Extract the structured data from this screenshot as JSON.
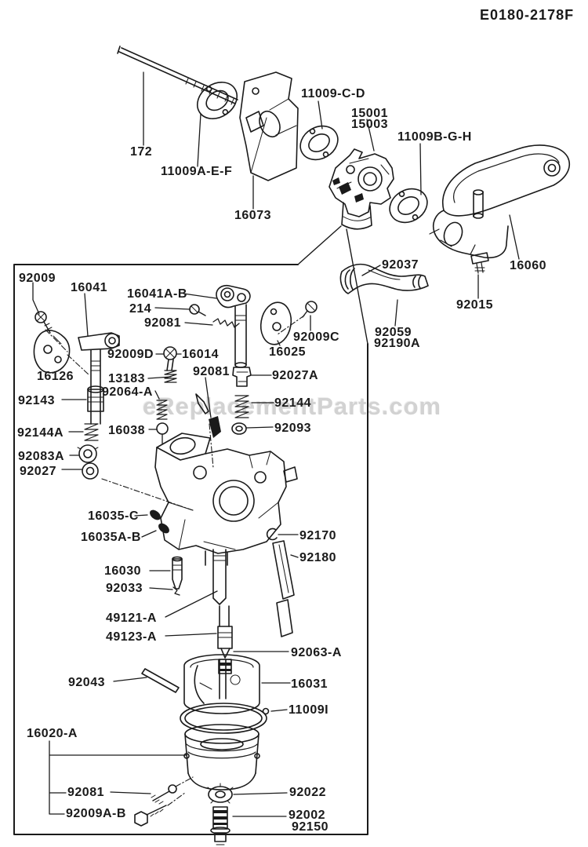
{
  "page": {
    "diagram_code": "E0180-2178F",
    "watermark": "eReplacementParts.com"
  },
  "colors": {
    "ink": "#1a1a1a",
    "paper": "#ffffff",
    "wm": "#c3c3c3"
  },
  "labels": {
    "p172": "172",
    "p11009aef": "11009A-E-F",
    "p16073": "16073",
    "p11009cd": "11009-C-D",
    "p15001": "15001",
    "p15003": "15003",
    "p11009bgh": "11009B-G-H",
    "p16060": "16060",
    "p92015": "92015",
    "p92037": "92037",
    "p92059": "92059",
    "p92190a": "92190A",
    "p92009": "92009",
    "p16041": "16041",
    "p16041ab": "16041A-B",
    "p214": "214",
    "p92081_top": "92081",
    "p92009d": "92009D",
    "p16014": "16014",
    "p92009c": "92009C",
    "p16025": "16025",
    "p16126": "16126",
    "p13183": "13183",
    "p92064a": "92064-A",
    "p92081_mid": "92081",
    "p92027a": "92027A",
    "p92143": "92143",
    "p92144": "92144",
    "p92144a": "92144A",
    "p16038": "16038",
    "p92093": "92093",
    "p92083a": "92083A",
    "p92027": "92027",
    "p16035c": "16035-C",
    "p16035ab": "16035A-B",
    "p92170": "92170",
    "p92180": "92180",
    "p16030": "16030",
    "p92033": "92033",
    "p49121a": "49121-A",
    "p49123a": "49123-A",
    "p92063a": "92063-A",
    "p92043": "92043",
    "p16031": "16031",
    "p11009i": "11009I",
    "p16020a": "16020-A",
    "p92081_bottom": "92081",
    "p92009ab": "92009A-B",
    "p92022": "92022",
    "p92002": "92002",
    "p92150": "92150"
  }
}
